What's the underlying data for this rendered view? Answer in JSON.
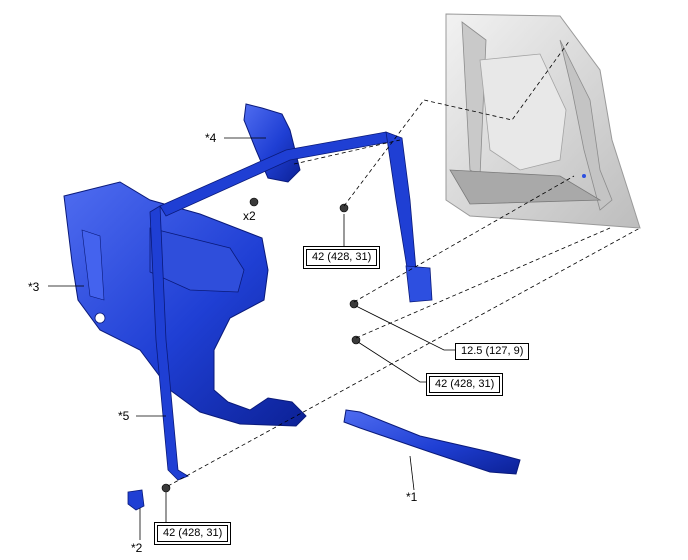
{
  "callouts": {
    "c1": "*1",
    "c2": "*2",
    "c3": "*3",
    "c4": "*4",
    "c5": "*5"
  },
  "quantity_label": "x2",
  "torque_specs": {
    "upper_anchor": "42 (428, 31)",
    "middle_bolt": "12.5 (127, 9)",
    "lower_anchor": "42 (428, 31)",
    "floor_anchor": "42 (428, 31)"
  },
  "colors": {
    "part_blue": "#1f3fd4",
    "part_blue_dark": "#0c2196",
    "part_blue_light": "#4f6cf0",
    "body_gray": "#d9d9d9",
    "line": "#000000"
  }
}
